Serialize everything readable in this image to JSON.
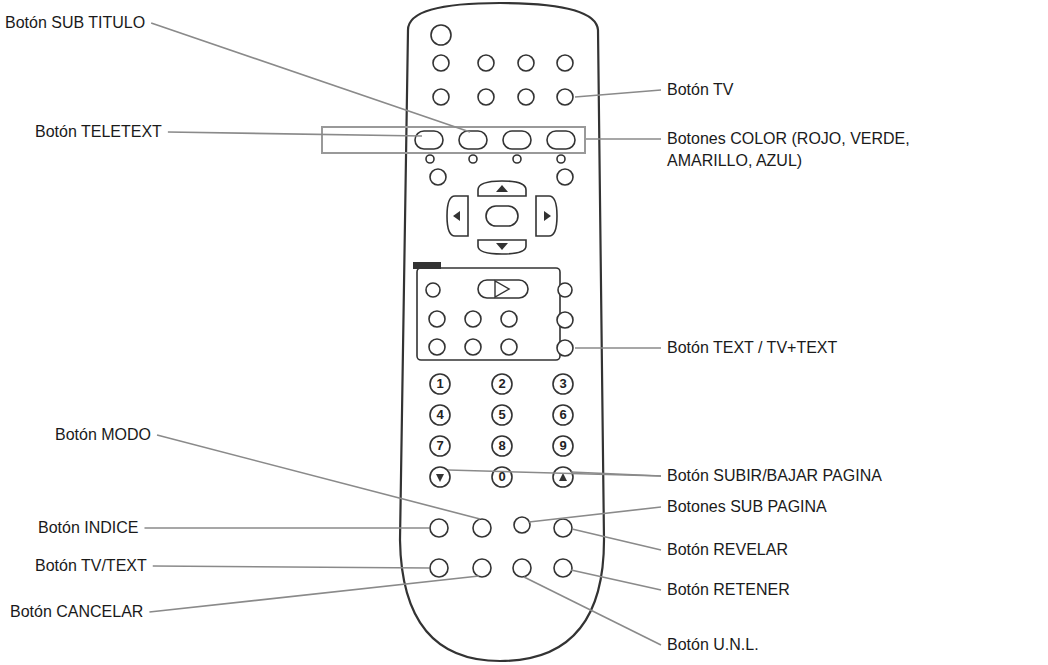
{
  "diagram": {
    "labels": [
      "Botón SUB TITULO",
      "Botón TELETEXT",
      "Botón TV",
      "Botones COLOR (ROJO, VERDE, AMARILLO, AZUL)",
      "Botón TEXT / TV+TEXT",
      "Botón MODO",
      "Botón SUBIR/BAJAR PAGINA",
      "Botones SUB PAGINA",
      "Botón INDICE",
      "Botón REVELAR",
      "Botón TV/TEXT",
      "Botón RETENER",
      "Botón CANCELAR",
      "Botón U.N.L.",
      "1",
      "2",
      "3",
      "4",
      "5",
      "6",
      "7",
      "8",
      "9",
      "0"
    ]
  }
}
